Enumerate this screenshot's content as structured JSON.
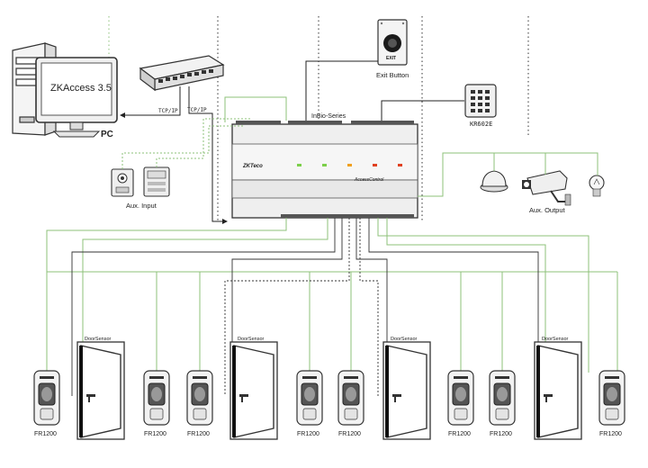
{
  "pc": {
    "software": "ZKAccess 3.5",
    "label": "PC"
  },
  "links": {
    "tcp_left": "TCP/IP",
    "tcp_right": "TCP/IP"
  },
  "exit_button": {
    "label": "Exit Button",
    "plate_text": "EXIT"
  },
  "keypad": {
    "label": "KR602E"
  },
  "controller": {
    "series": "InBio-Series",
    "brand": "ZKTeco",
    "side_text": "AccessControl"
  },
  "aux_input": {
    "label": "Aux. Input"
  },
  "aux_output": {
    "label": "Aux. Output"
  },
  "doors": [
    {
      "sensor_label": "DoorSensor",
      "reader_left": "FR1200",
      "reader_right": "FR1200"
    },
    {
      "sensor_label": "DoorSensor",
      "reader_left": "FR1200",
      "reader_right": "FR1200"
    },
    {
      "sensor_label": "DoorSensor",
      "reader_left": "FR1200",
      "reader_right": "FR1200"
    },
    {
      "sensor_label": "DoorSensor",
      "reader_left": "FR1200",
      "reader_right": "FR1200"
    }
  ],
  "colors": {
    "wire_green": "#8dc07a",
    "wire_dark": "#222222",
    "dotted": "#333333",
    "led_green": "#7ccf4a",
    "led_orange": "#f0a020",
    "led_red": "#e04020",
    "accent_red": "#c0392b"
  }
}
